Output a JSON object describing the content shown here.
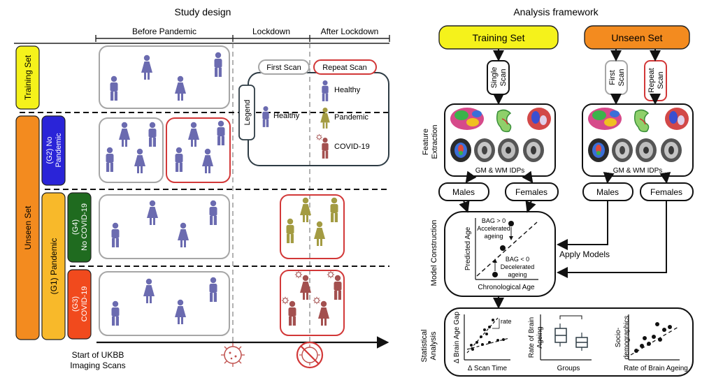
{
  "study": {
    "title": "Study design",
    "periods": {
      "before": "Before Pandemic",
      "lockdown": "Lockdown",
      "after": "After Lockdown"
    },
    "training_set": "Training Set",
    "unseen_set": "Unseen Set",
    "g2_line1": "(G2) No",
    "g2_line2": "Pandemic",
    "g1": "(G1) Pandemic",
    "g4_line1": "(G4)",
    "g4_line2": "No COVID-19",
    "g3_line1": "(G3)",
    "g3_line2": "COVID-19",
    "legend": {
      "title": "Legend",
      "first_scan": "First Scan",
      "repeat_scan": "Repeat Scan",
      "healthy_left": "Healthy",
      "healthy": "Healthy",
      "pandemic": "Pandemic",
      "covid": "COVID-19"
    },
    "axis_line1": "Start of UKBB",
    "axis_line2": "Imaging Scans"
  },
  "analysis": {
    "title": "Analysis framework",
    "training_set": "Training Set",
    "unseen_set": "Unseen Set",
    "single_scan_1": "Single",
    "single_scan_2": "Scan",
    "first_scan_1": "First",
    "first_scan_2": "Scan",
    "repeat_scan_1": "Repeat",
    "repeat_scan_2": "Scan",
    "feature_extraction_1": "Feature",
    "feature_extraction_2": "Extraction",
    "idps_left": "GM & WM IDPs",
    "idps_right": "GM & WM IDPs",
    "males_left": "Males",
    "females_left": "Females",
    "males_right": "Males",
    "females_right": "Females",
    "model_construction": "Model Construction",
    "apply_models": "Apply Models",
    "bag_pos": "BAG > 0",
    "accelerated_1": "Accelerated",
    "accelerated_2": "ageing",
    "bag_neg": "BAG < 0",
    "decelerated_1": "Decelerated",
    "decelerated_2": "ageing",
    "predicted_age": "Predicted Age",
    "chronological_age": "Chronological Age",
    "statistical_analysis_1": "Statistical",
    "statistical_analysis_2": "Analysis",
    "delta_bag": "Δ Brain Age Gap",
    "delta_scan_time": "Δ Scan Time",
    "rate": "rate",
    "rate_ageing_1": "Rate of Brain",
    "rate_ageing_2": "Ageing",
    "groups": "Groups",
    "socio_1": "Socio-",
    "socio_2": "demographics",
    "rate_of_brain_ageing": "Rate of Brain Ageing"
  },
  "colors": {
    "healthy": "#6b6bb0",
    "pandemic": "#a39b42",
    "covid": "#a3504f",
    "yellow": "#f5f21b",
    "orange": "#f38b1f",
    "light_orange": "#f8b92a",
    "blue": "#2a24d8",
    "green": "#1f6b1f",
    "red_orange": "#f14a1d",
    "grey_box": "#a6a6a6",
    "red_box": "#d23838",
    "dark_box": "#3f4a52"
  }
}
